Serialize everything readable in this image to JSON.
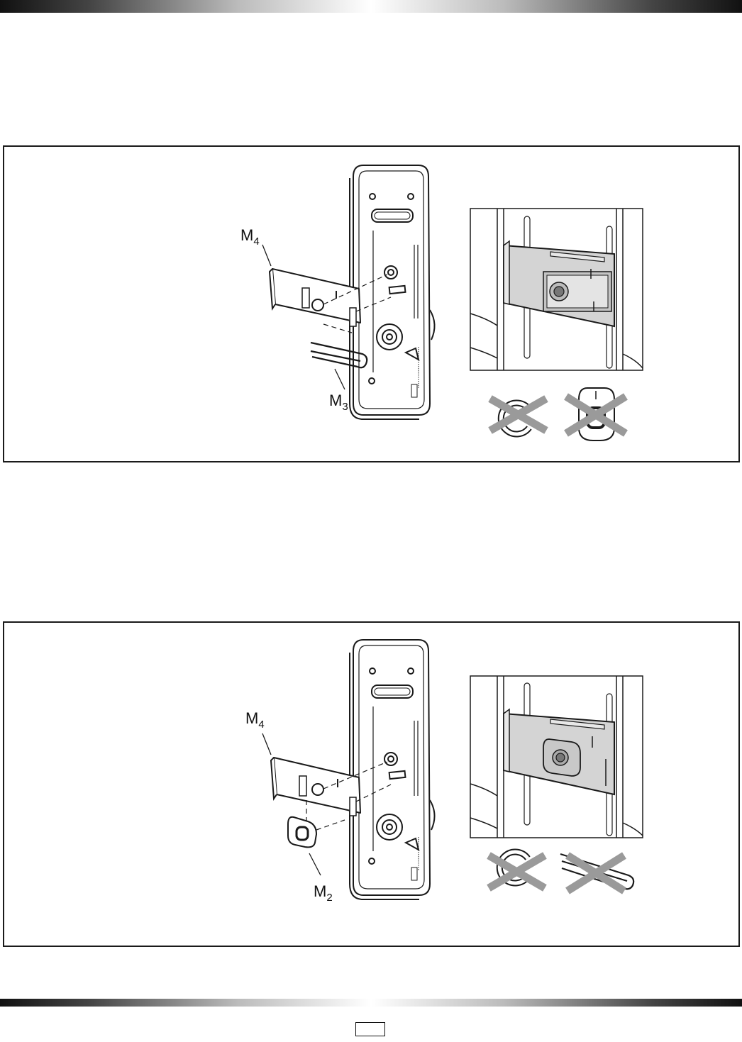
{
  "panel1": {
    "label_bracket": "M",
    "label_bracket_sub": "4",
    "label_clip": "M",
    "label_clip_sub": "3"
  },
  "panel2": {
    "label_bracket": "M",
    "label_bracket_sub": "4",
    "label_clip": "M",
    "label_clip_sub": "2"
  },
  "footer": {
    "page_number": ""
  },
  "icons": [
    "wrong-c-clip-icon",
    "wrong-d-washer-icon",
    "wrong-hairpin-clip-icon"
  ],
  "colors": {
    "line": "#1a1a1a",
    "plate_fill": "#d4d4d4",
    "cross": "#9a9a9a"
  }
}
